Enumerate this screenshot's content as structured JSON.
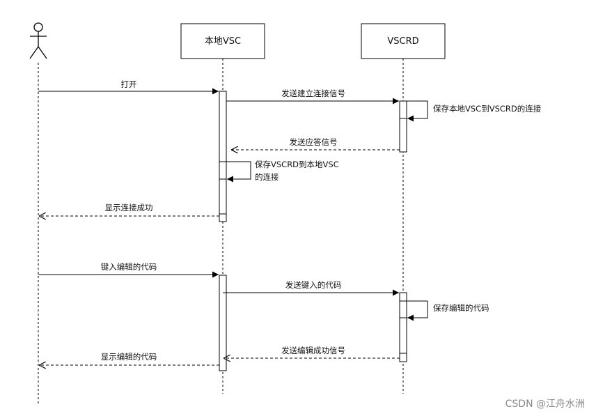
{
  "participants": {
    "local": "本地VSC",
    "remote": "VSCRD"
  },
  "messages": {
    "m1": "打开",
    "m2": "发送建立连接信号",
    "m3": "保存本地VSC到VSCRD的连接",
    "m4": "发送应答信号",
    "m5_line1": "保存VSCRD到本地VSC",
    "m5_line2": "的连接",
    "m6": "显示连接成功",
    "m7": "键入编辑的代码",
    "m8": "发送键入的代码",
    "m9": "保存编辑的代码",
    "m10": "发送编辑成功信号",
    "m11": "显示编辑的代码"
  },
  "watermark": "CSDN @江舟水洲"
}
